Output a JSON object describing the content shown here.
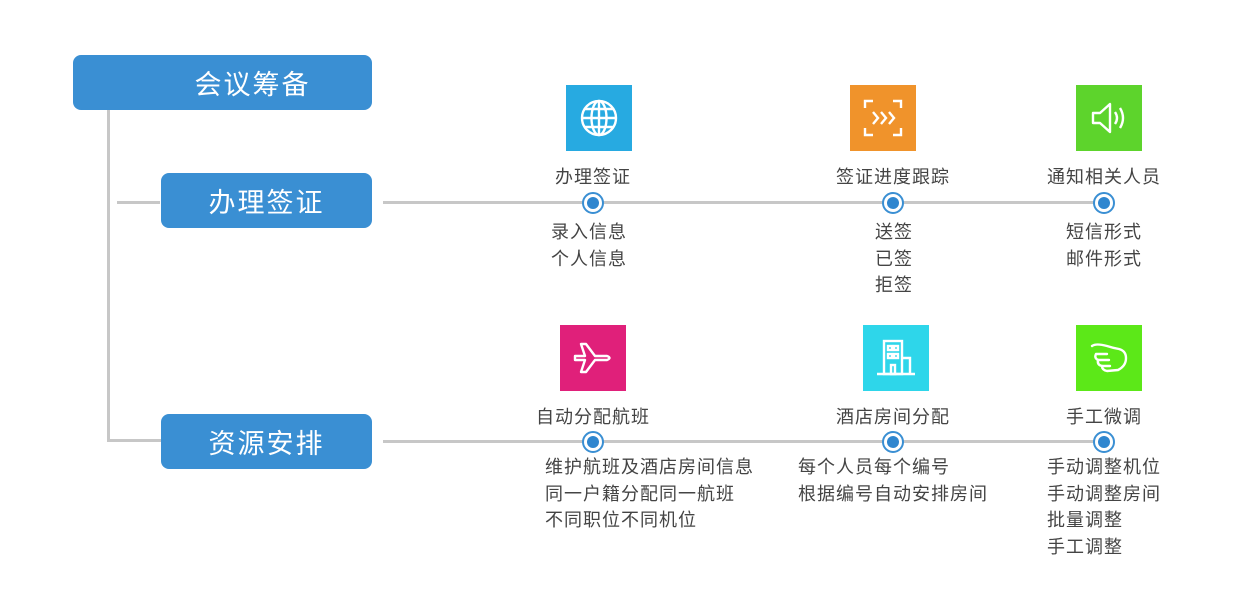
{
  "root": {
    "label": "会议筹备"
  },
  "branches": [
    {
      "label": "办理签证",
      "steps": [
        {
          "icon": "globe-icon",
          "color": "#27aae1",
          "title": "办理签证",
          "details": [
            "录入信息",
            "个人信息"
          ]
        },
        {
          "icon": "scan-arrows-icon",
          "color": "#f0932b",
          "title": "签证进度跟踪",
          "details": [
            "送签",
            "已签",
            "拒签"
          ]
        },
        {
          "icon": "speaker-icon",
          "color": "#5dd42c",
          "title": "通知相关人员",
          "details": [
            "短信形式",
            "邮件形式"
          ]
        }
      ]
    },
    {
      "label": "资源安排",
      "steps": [
        {
          "icon": "airplane-icon",
          "color": "#e0207a",
          "title": "自动分配航班",
          "details": [
            "维护航班及酒店房间信息",
            "同一户籍分配同一航班",
            "不同职位不同机位"
          ]
        },
        {
          "icon": "building-icon",
          "color": "#2ed6ea",
          "title": "酒店房间分配",
          "details": [
            "每个人员每个编号",
            "根据编号自动安排房间"
          ]
        },
        {
          "icon": "hand-pointer-icon",
          "color": "#5ce818",
          "title": "手工微调",
          "details": [
            "手动调整机位",
            "手动调整房间",
            "批量调整",
            "手工调整"
          ]
        }
      ]
    }
  ]
}
